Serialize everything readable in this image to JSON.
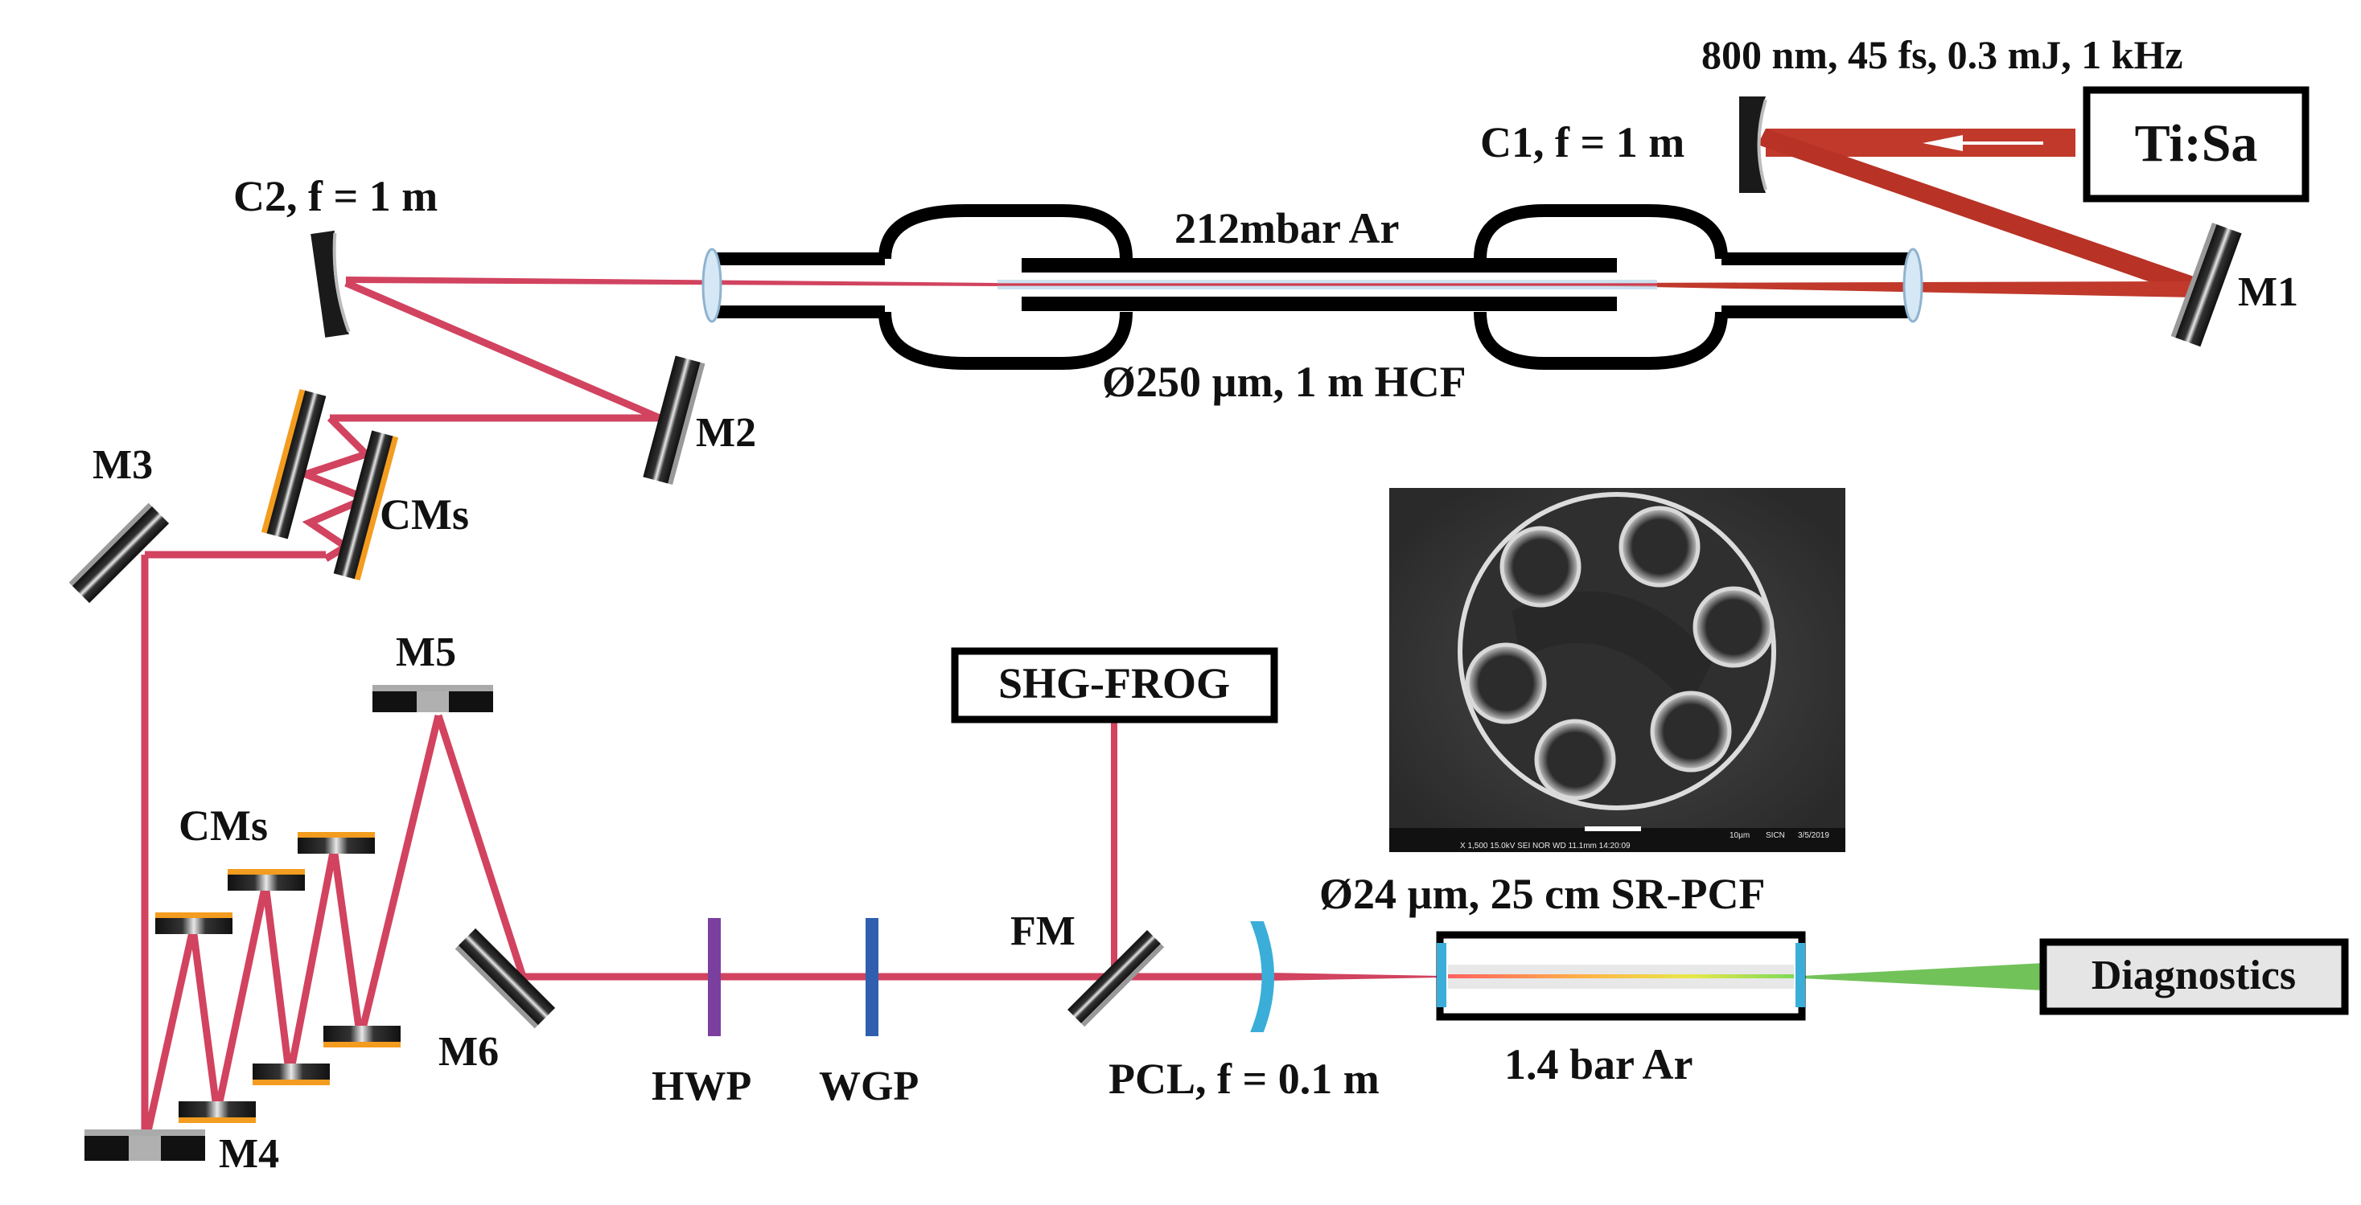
{
  "source": {
    "specs": "800 nm, 45 fs, 0.3 mJ, 1 kHz",
    "laser": "Ti:Sa"
  },
  "labels": {
    "c1": "C1, f = 1 m",
    "c2": "C2, f = 1 m",
    "m1": "M1",
    "m2": "M2",
    "m3": "M3",
    "m4": "M4",
    "m5": "M5",
    "m6": "M6",
    "cms_upper": "CMs",
    "cms_lower": "CMs",
    "gas1": "212mbar Ar",
    "hcf": "Ø250 µm, 1 m HCF",
    "shg_frog": "SHG-FROG",
    "fm": "FM",
    "hwp": "HWP",
    "wgp": "WGP",
    "pcl": "PCL, f = 0.1 m",
    "pcf": "Ø24 µm, 25 cm SR-PCF",
    "gas2": "1.4 bar Ar",
    "diagnostics": "Diagnostics"
  },
  "sem_image": {
    "scale_bar": "10µm",
    "footer": "X 1,500    15.0kV SEI    NOR    WD 11.1mm 14:20:09",
    "footer_date": "3/5/2019",
    "footer_brand": "SICN"
  },
  "colors": {
    "beam_input": "#c0392b",
    "beam_main": "#d1435f",
    "beam_output": "#72c25a",
    "chirped_mirror_coating": "#f39c1f",
    "hwp": "#7b3fa0",
    "wgp": "#2f5fae",
    "lens": "#3aaed8",
    "sem_background": "#3b3b3b"
  }
}
